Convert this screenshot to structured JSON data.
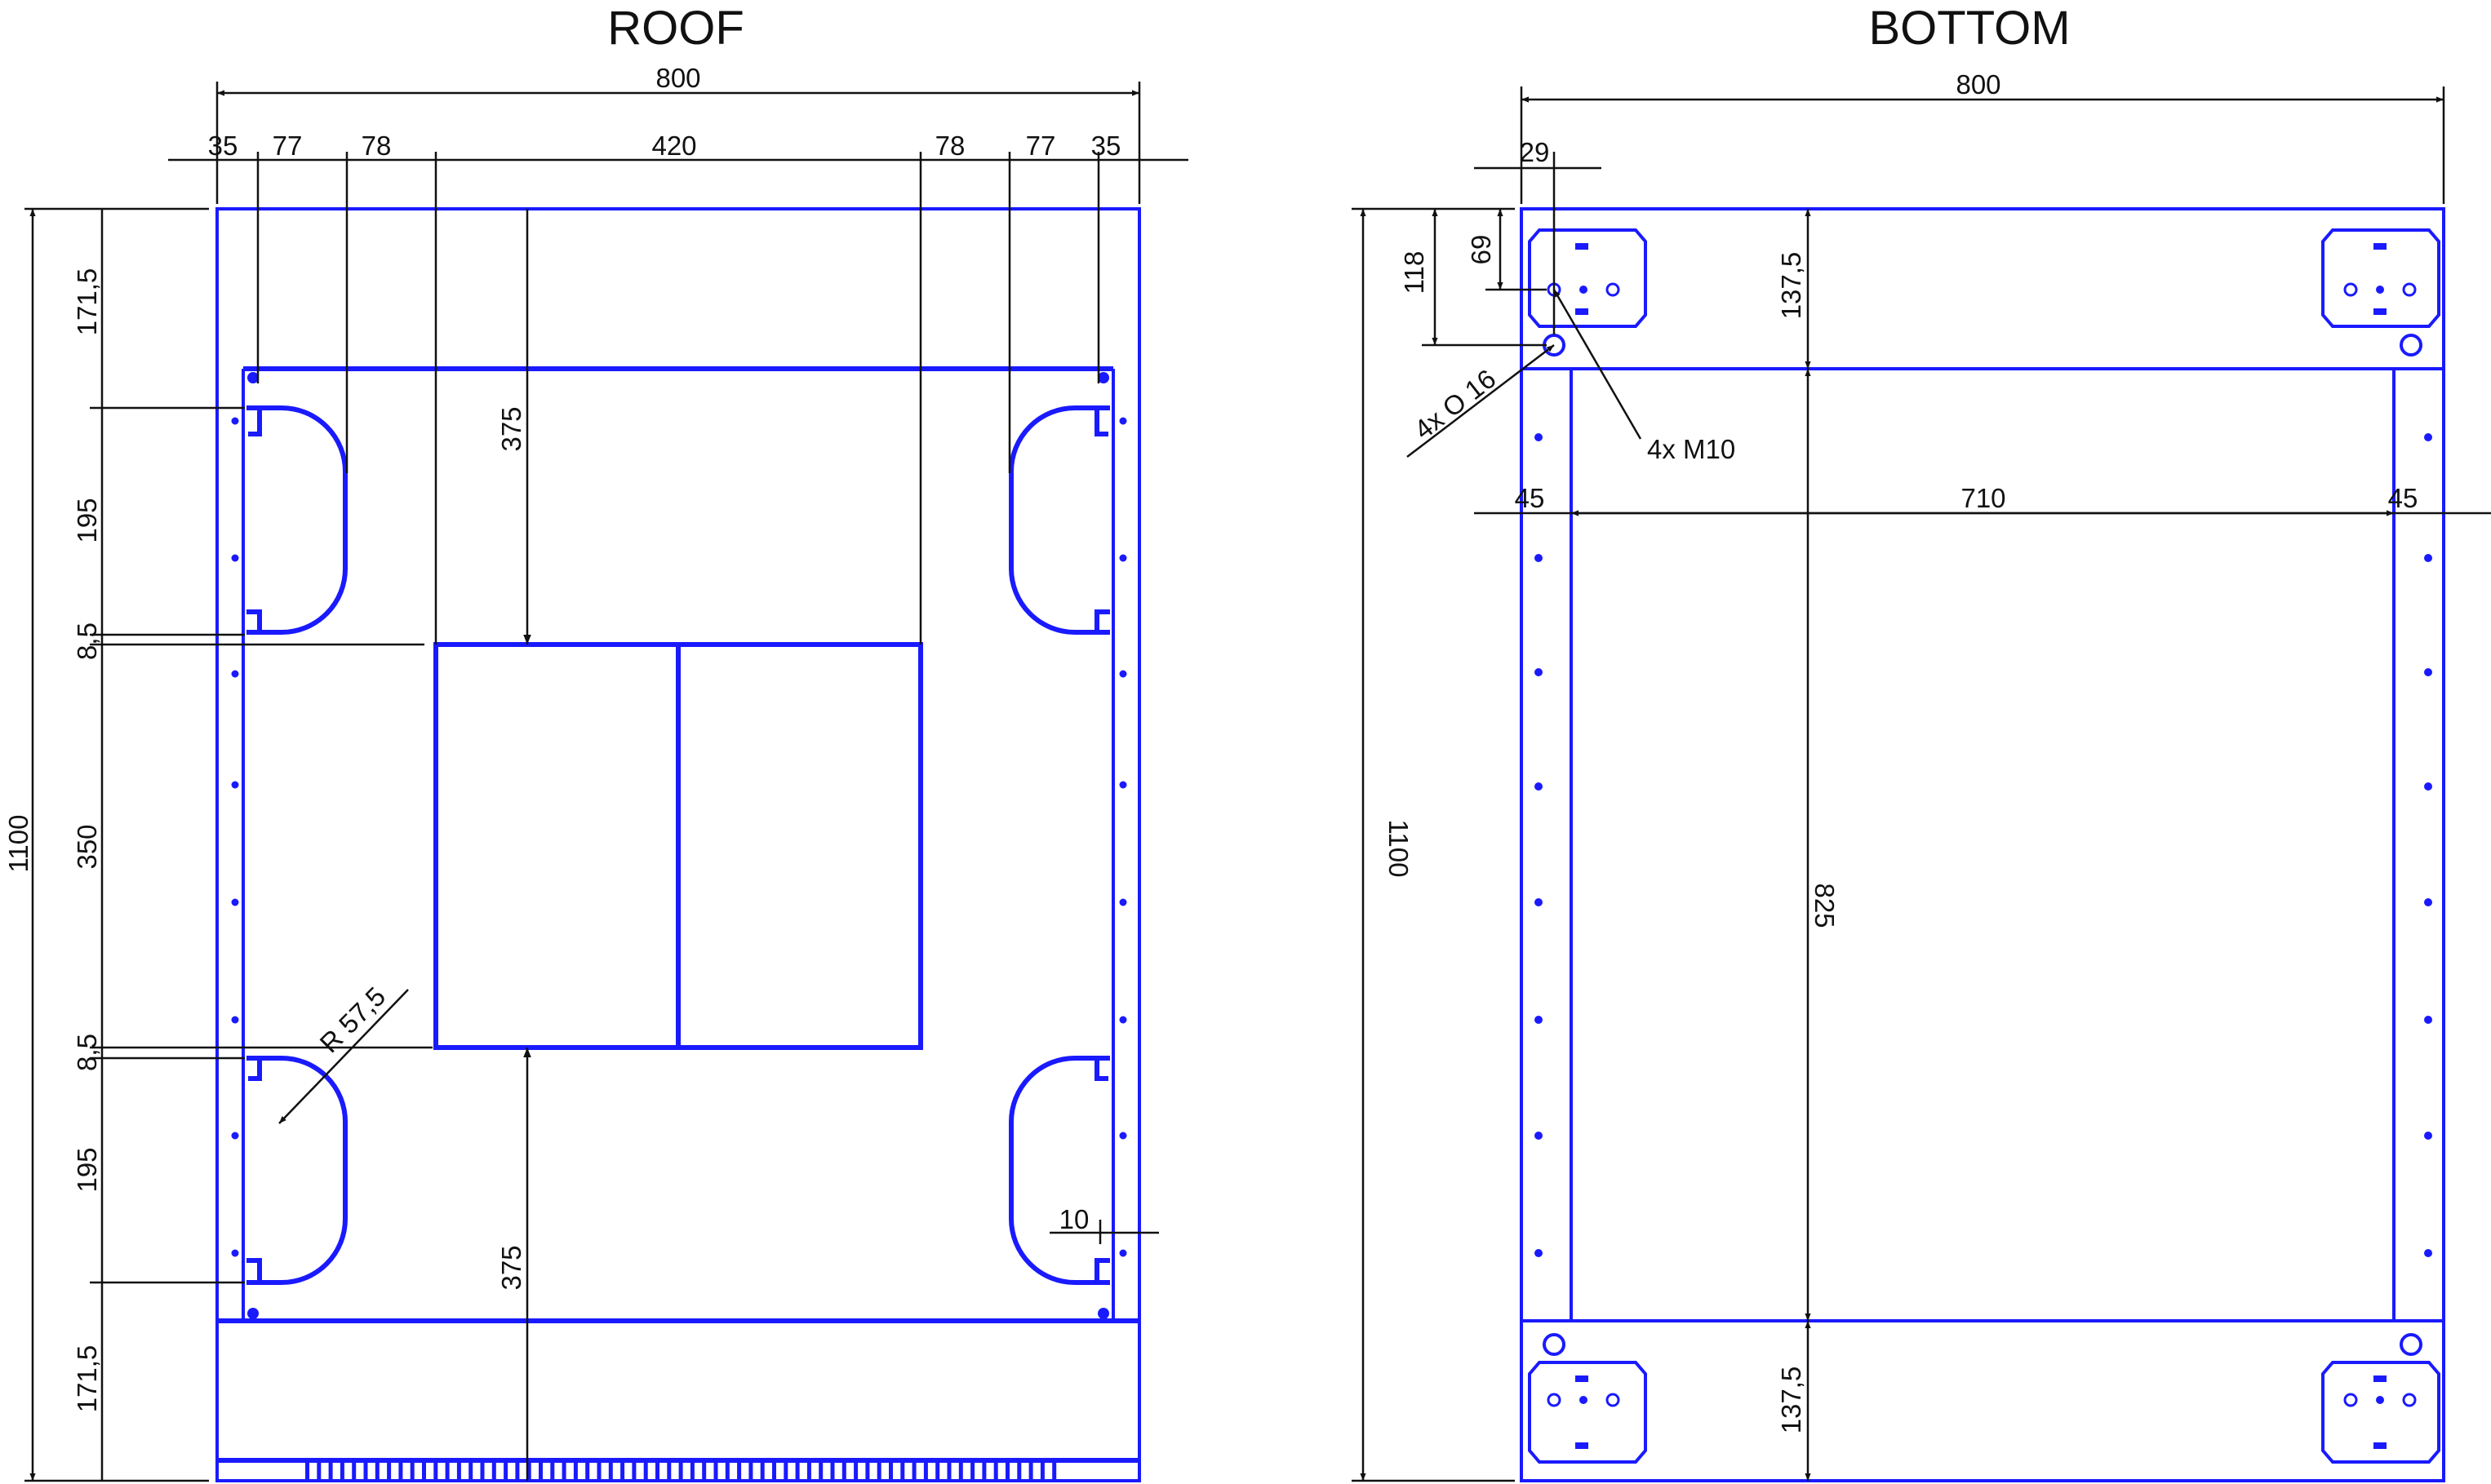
{
  "views": {
    "roof": {
      "title": "ROOF",
      "width": "800",
      "top_segments": [
        "35",
        "77",
        "78",
        "420",
        "78",
        "77",
        "35"
      ],
      "height": "1100",
      "left_segments": [
        "171,5",
        "195",
        "8,5",
        "350",
        "8,5",
        "195",
        "171,5"
      ],
      "inner_top": "375",
      "inner_bottom": "375",
      "radius": "R 57,5",
      "edge_offset": "10"
    },
    "bottom": {
      "title": "BOTTOM",
      "width": "800",
      "offset_29": "29",
      "height": "1100",
      "dim_118": "118",
      "dim_69": "69",
      "dim_137_top": "137,5",
      "dim_137_bottom": "137,5",
      "hole_note": "4x O 16",
      "thread_note": "4x M10",
      "span_left": "45",
      "span_mid": "710",
      "span_right": "45",
      "inner_height": "825"
    }
  },
  "colors": {
    "outline": "#1a1aff",
    "dimension": "#111111"
  }
}
